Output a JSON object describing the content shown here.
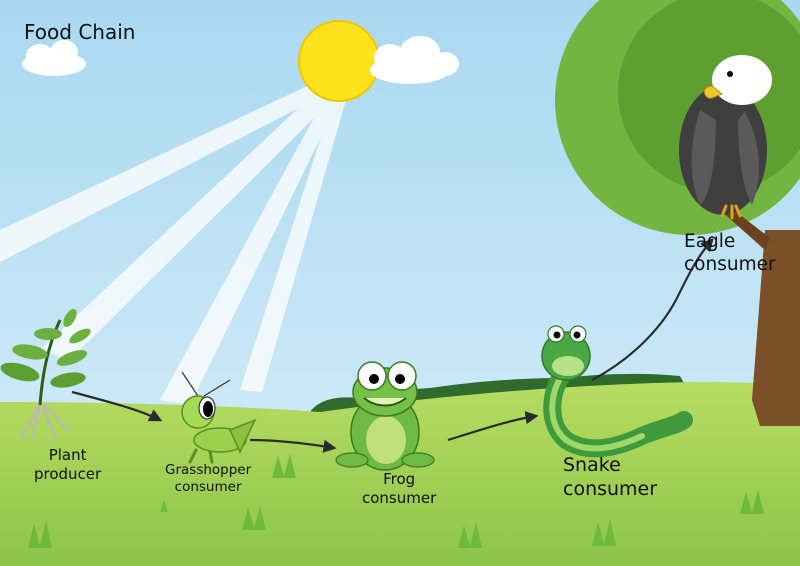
{
  "title": "Food Chain",
  "organisms": [
    {
      "name": "Plant",
      "role": "producer"
    },
    {
      "name": "Grasshopper",
      "role": "consumer"
    },
    {
      "name": "Frog",
      "role": "consumer"
    },
    {
      "name": "Snake",
      "role": "consumer"
    },
    {
      "name": "Eagle",
      "role": "consumer"
    }
  ],
  "colors": {
    "sky": "#bfe3f3",
    "grass": "#9fcf4f",
    "sun": "#fde21c",
    "tree_foliage": "#74b441",
    "tree_trunk": "#7b4f28",
    "arrow": "#2b2b2b"
  }
}
